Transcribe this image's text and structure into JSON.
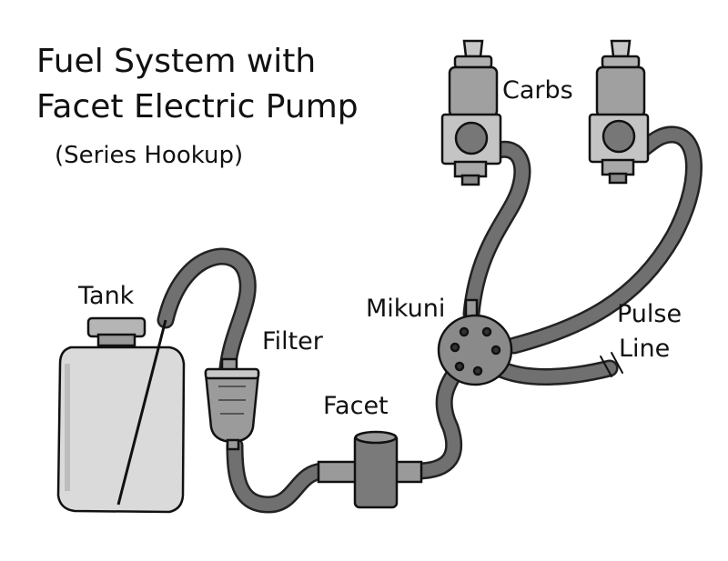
{
  "title": {
    "line1": "Fuel System with",
    "line2": "Facet Electric Pump",
    "subtitle": "(Series Hookup)"
  },
  "labels": {
    "carbs": "Carbs",
    "tank": "Tank",
    "filter": "Filter",
    "mikuni": "Mikuni",
    "pulse": "Pulse",
    "line": "Line",
    "facet": "Facet"
  },
  "colors": {
    "ink": "#111111",
    "hose": "#6e6e6e",
    "tank": "#d9d9d9",
    "body": "#8a8a8a",
    "dark": "#3a3a3a"
  }
}
